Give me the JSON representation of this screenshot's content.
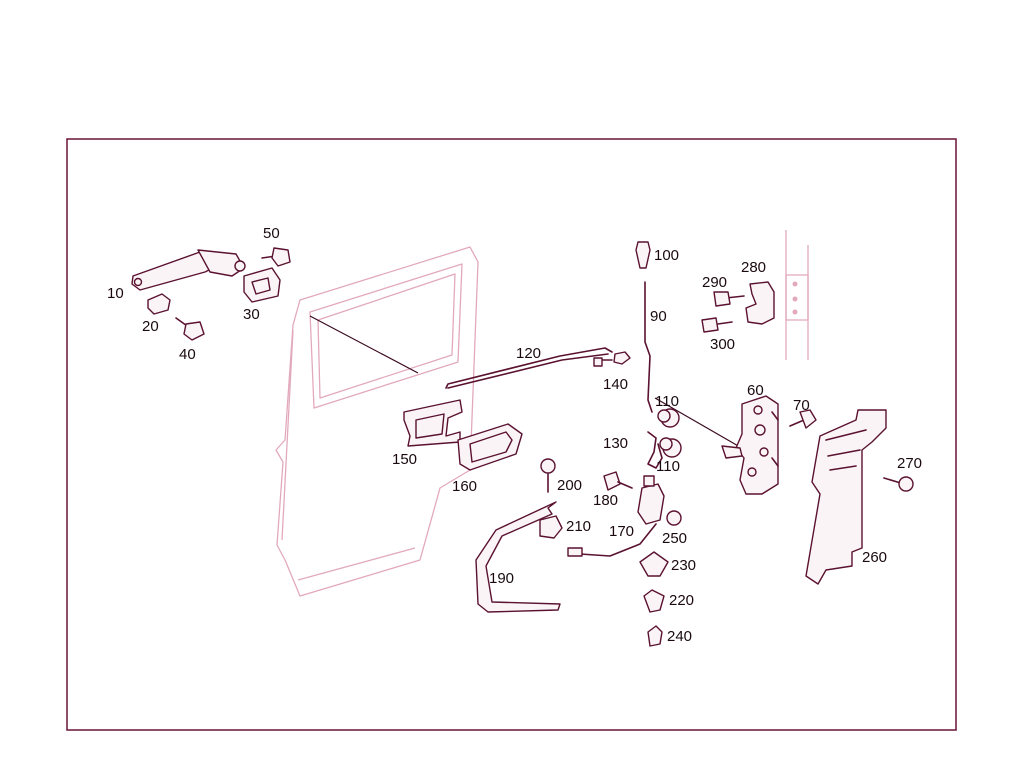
{
  "diagram": {
    "frame_color": "#6b1236",
    "part_color": "#5a1230",
    "ghost_color": "#e2a9bd",
    "labels": {
      "p10": "10",
      "p20": "20",
      "p30": "30",
      "p40": "40",
      "p50": "50",
      "p60": "60",
      "p70": "70",
      "p90": "90",
      "p100": "100",
      "p110a": "110",
      "p110b": "110",
      "p120": "120",
      "p130": "130",
      "p140": "140",
      "p150": "150",
      "p160": "160",
      "p170": "170",
      "p180": "180",
      "p190": "190",
      "p200": "200",
      "p210": "210",
      "p220": "220",
      "p230": "230",
      "p240": "240",
      "p250": "250",
      "p260": "260",
      "p270": "270",
      "p280": "280",
      "p290": "290",
      "p300": "300"
    }
  }
}
